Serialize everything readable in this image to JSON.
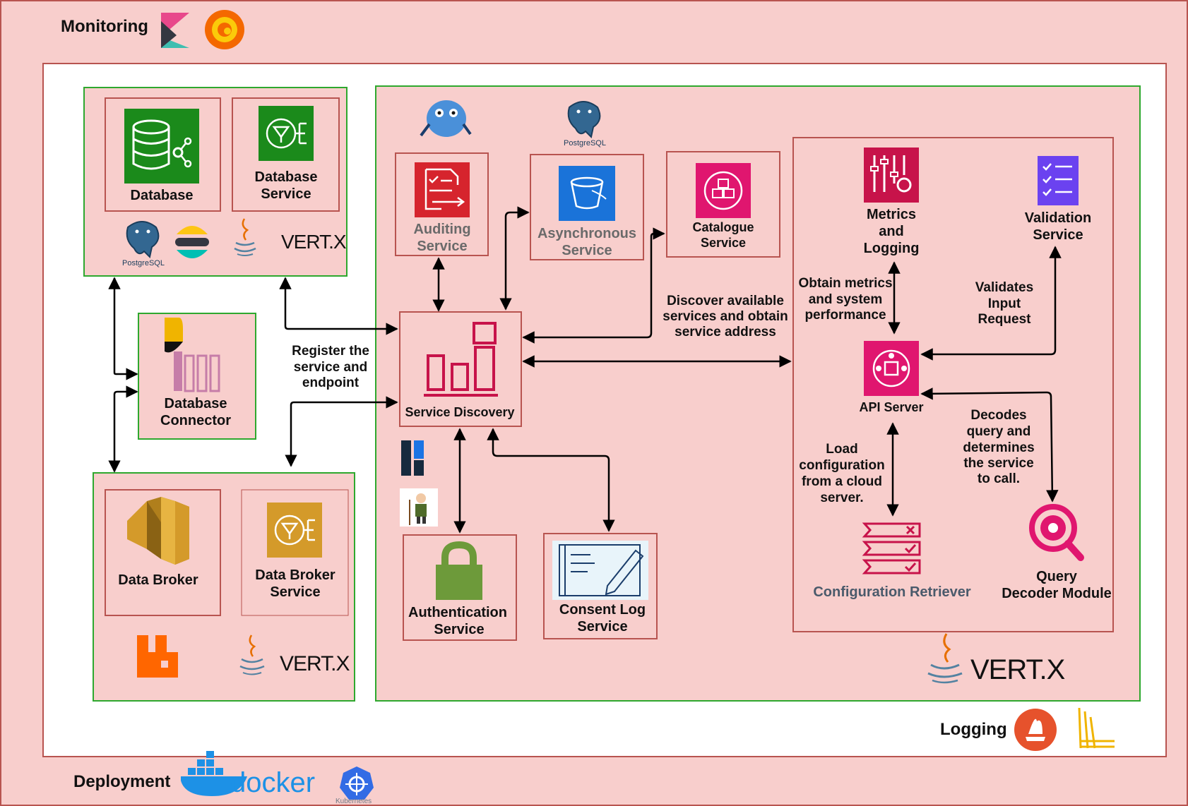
{
  "colors": {
    "outer_fill": "#f8cecc",
    "outer_stroke": "#b85450",
    "container_fill": "#ffffff",
    "group_stroke": "#2ea82e",
    "box_stroke": "#b85450",
    "aws_green": "#1b8a1b",
    "aws_red": "#d6242d",
    "aws_blue": "#1a73d9",
    "aws_pink": "#e0166f",
    "aws_purple": "#6b42f0",
    "aws_gold": "#d49a2a",
    "service_discovery": "#c7134a",
    "vertx_purple": "#7b2d8e"
  },
  "frame": {
    "monitoring": "Monitoring",
    "logging": "Logging",
    "deployment": "Deployment",
    "docker_word": "docker",
    "kubernetes_word": "Kubernetes"
  },
  "db_group": {
    "database": "Database",
    "database_service_l1": "Database",
    "database_service_l2": "Service",
    "postgres_word": "PostgreSQL",
    "vertx": "VERT.X"
  },
  "connector": {
    "l1": "Database",
    "l2": "Connector"
  },
  "broker_group": {
    "data_broker": "Data Broker",
    "broker_service_l1": "Data Broker",
    "broker_service_l2": "Service",
    "vertx": "VERT.X"
  },
  "core": {
    "auditing_l1": "Auditing",
    "auditing_l2": "Service",
    "async_l1": "Asynchronous",
    "async_l2": "Service",
    "postgres_word": "PostgreSQL",
    "catalogue_l1": "Catalogue",
    "catalogue_l2": "Service",
    "service_discovery": "Service Discovery",
    "auth_l1": "Authentication",
    "auth_l2": "Service",
    "consent_l1": "Consent Log",
    "consent_l2": "Service",
    "vertx": "VERT.X"
  },
  "api_group": {
    "metrics_l1": "Metrics",
    "metrics_l2": "and",
    "metrics_l3": "Logging",
    "validation_l1": "Validation",
    "validation_l2": "Service",
    "api_server": "API Server",
    "config_retriever": "Configuration Retriever",
    "query_l1": "Query",
    "query_l2": "Decoder Module"
  },
  "annotations": {
    "register_l1": "Register the",
    "register_l2": "service and",
    "register_l3": "endpoint",
    "discover_l1": "Discover available",
    "discover_l2": "services and obtain",
    "discover_l3": "service address",
    "metrics_l1": "Obtain metrics",
    "metrics_l2": "and system",
    "metrics_l3": "performance",
    "validates_l1": "Validates",
    "validates_l2": "Input",
    "validates_l3": "Request",
    "load_l1": "Load",
    "load_l2": "configuration",
    "load_l3": "from a cloud",
    "load_l4": "server.",
    "decodes_l1": "Decodes",
    "decodes_l2": "query and",
    "decodes_l3": "determines",
    "decodes_l4": "the service",
    "decodes_l5": "to call."
  }
}
